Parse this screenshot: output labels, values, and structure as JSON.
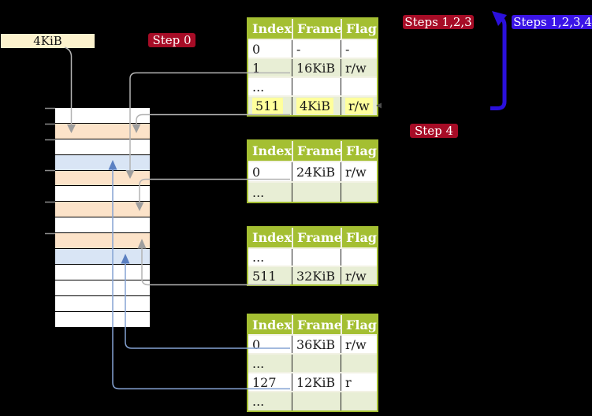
{
  "diagram": {
    "frame_box": {
      "label": "4KiB"
    },
    "badges": {
      "step0": {
        "label": "Step 0"
      },
      "steps123": {
        "label": "Steps 1,2,3"
      },
      "steps1234": {
        "label": "Steps 1,2,3,4"
      },
      "step4": {
        "label": "Step 4"
      }
    },
    "tables": [
      {
        "name": "page-table-top",
        "headers": [
          "Index",
          "Frame",
          "Flags"
        ],
        "rows": [
          {
            "cells": [
              "0",
              "-",
              "-"
            ]
          },
          {
            "cells": [
              "1",
              "16KiB",
              "r/w"
            ]
          },
          {
            "cells": [
              "...",
              "",
              ""
            ]
          },
          {
            "cells": [
              "511",
              "4KiB",
              "r/w"
            ],
            "highlight": true
          }
        ]
      },
      {
        "name": "page-table-second",
        "headers": [
          "Index",
          "Frame",
          "Flags"
        ],
        "rows": [
          {
            "cells": [
              "0",
              "24KiB",
              "r/w"
            ]
          },
          {
            "cells": [
              "...",
              "",
              ""
            ]
          }
        ]
      },
      {
        "name": "page-table-third",
        "headers": [
          "Index",
          "Frame",
          "Flags"
        ],
        "rows": [
          {
            "cells": [
              "...",
              "",
              ""
            ]
          },
          {
            "cells": [
              "511",
              "32KiB",
              "r/w"
            ]
          }
        ]
      },
      {
        "name": "page-table-bottom",
        "headers": [
          "Index",
          "Frame",
          "Flags"
        ],
        "rows": [
          {
            "cells": [
              "0",
              "36KiB",
              "r/w"
            ]
          },
          {
            "cells": [
              "...",
              "",
              ""
            ]
          },
          {
            "cells": [
              "127",
              "12KiB",
              "r"
            ]
          },
          {
            "cells": [
              "...",
              "",
              ""
            ]
          }
        ]
      }
    ],
    "memory": {
      "tick_count": 6,
      "row_types": [
        "free",
        "pagetable",
        "free",
        "page",
        "pagetable",
        "free",
        "pagetable",
        "free",
        "pagetable",
        "page",
        "free",
        "free",
        "free",
        "free"
      ]
    },
    "connections": [
      {
        "from": "frame-box-4kib",
        "to": "memory-frame-4kib",
        "style": "gray-arrow"
      },
      {
        "from": "table1-entry-1",
        "to": "memory-frame-16kib",
        "style": "gray-arrow"
      },
      {
        "from": "table1-entry-511",
        "to": "memory-frame-4kib",
        "style": "gray-arrow"
      },
      {
        "from": "table2-entry-0",
        "to": "memory-frame-24kib",
        "style": "gray-arrow"
      },
      {
        "from": "table3-entry-511",
        "to": "memory-frame-32kib",
        "style": "gray-arrow"
      },
      {
        "from": "table4-entry-0",
        "to": "memory-frame-36kib",
        "style": "blue-arrow"
      },
      {
        "from": "table4-entry-127",
        "to": "memory-frame-12kib",
        "style": "blue-arrow"
      },
      {
        "from": "steps-flow",
        "to": "page-table-top",
        "style": "thick-blue-arrow"
      }
    ],
    "colors": {
      "background": "#000000",
      "table_header_green": "#a4bf32",
      "table_row_green": "#e8eed5",
      "highlight_yellow": "#ffff9c",
      "frame_box_cream": "#fcf2cd",
      "memory_pagetable_peach": "#fce3c9",
      "memory_page_blue": "#d9e5f5",
      "badge_red": "#a60c26",
      "badge_blue": "#3a14e6",
      "thick_arrow_blue": "#2b10dc",
      "connector_gray": "#b3b3b3",
      "connector_steelblue": "#85a3d4"
    }
  }
}
